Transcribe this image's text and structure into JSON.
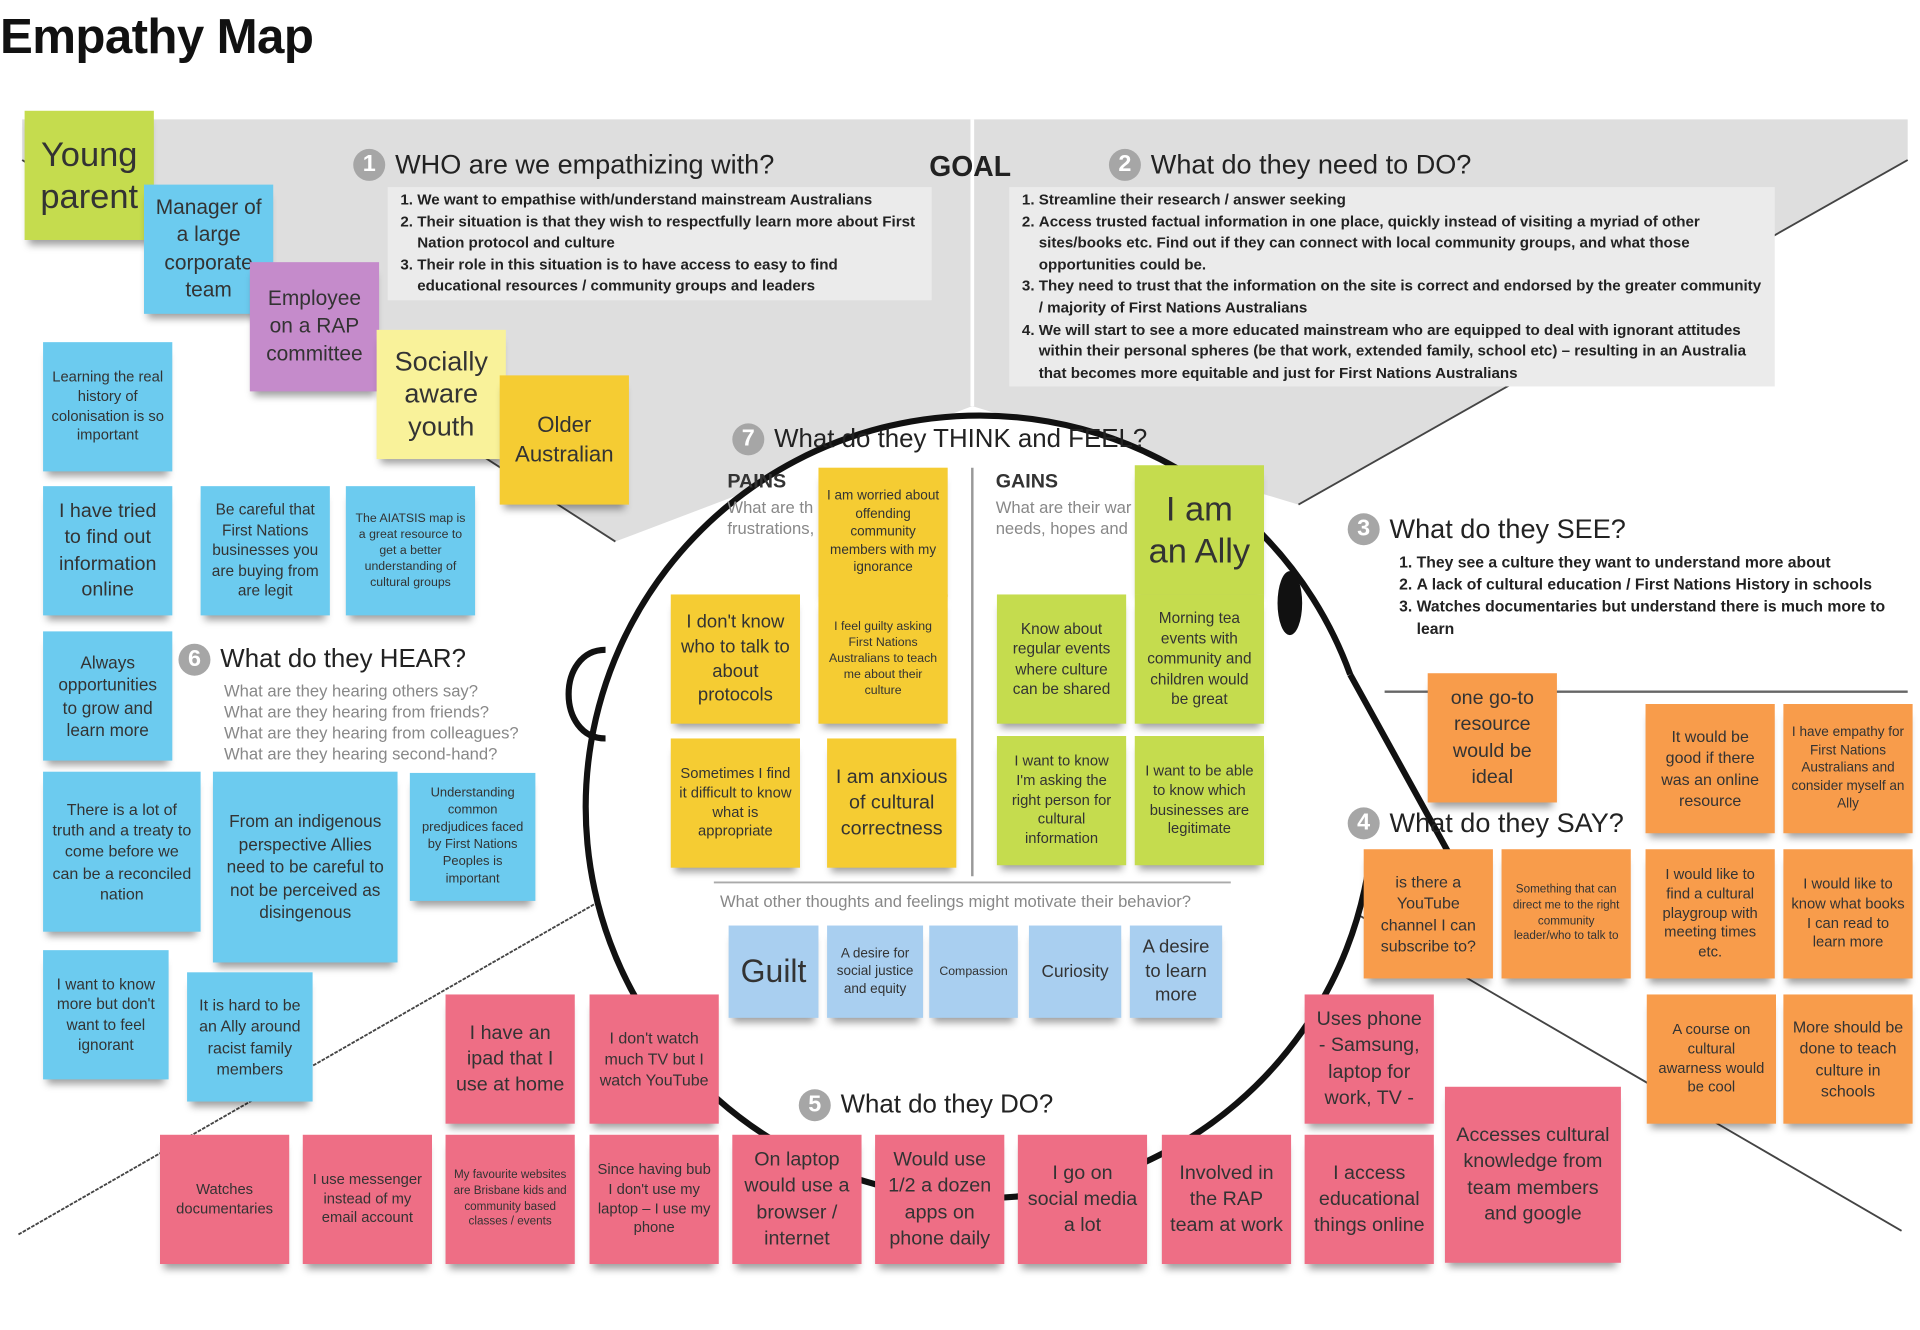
{
  "title": "Empathy Map",
  "colors": {
    "blue_note": "#6ccbef",
    "green_note": "#c5dc4e",
    "purple_note": "#c58bcb",
    "light_yellow_note": "#f9f29a",
    "yellow_note": "#f5cc33",
    "light_blue_note": "#a9cff0",
    "orange_note": "#f89c4b",
    "pink_note": "#ee6e85",
    "board_gray": "#dedede"
  },
  "sections": {
    "who": {
      "number": "1",
      "title": "WHO are we empathizing with?",
      "items": [
        "We want to empathise with/understand mainstream Australians",
        "Their situation is that they wish to respectfully learn more about First Nation protocol and culture",
        "Their role in this situation is to have access to easy to find educational resources / community groups and leaders"
      ]
    },
    "goal": "GOAL",
    "need_to_do": {
      "number": "2",
      "title": "What do they need to DO?",
      "items": [
        "Streamline their research / answer seeking",
        "Access trusted factual information in one place, quickly instead of visiting a myriad of other sites/books etc. Find out if they can connect with local community groups, and what those opportunities could be.",
        "They need to trust that the information on the site is correct and endorsed by the greater community / majority of First Nations Australians",
        "We will start to see a more educated mainstream who are equipped to deal with ignorant attitudes within their personal spheres (be that work, extended family, school etc) – resulting in an Australia that becomes more equitable and just for First Nations Australians"
      ]
    },
    "see": {
      "number": "3",
      "title": "What do they SEE?",
      "items": [
        "They see a culture they want to understand more about",
        "A lack of cultural education / First Nations History in schools",
        "Watches documentaries but understand there is much more to learn"
      ]
    },
    "say": {
      "number": "4",
      "title": "What do they SAY?"
    },
    "do": {
      "number": "5",
      "title": "What do they DO?"
    },
    "hear": {
      "number": "6",
      "title": "What do they HEAR?",
      "prompts": [
        "What are they hearing others say?",
        "What are they hearing from friends?",
        "What are they hearing from colleagues?",
        "What are they hearing second-hand?"
      ]
    },
    "think_feel": {
      "number": "7",
      "title": "What do they THINK and FEEL?",
      "pains_label": "PAINS",
      "pains_sub": [
        "What are th",
        "frustrations,"
      ],
      "gains_label": "GAINS",
      "gains_sub": [
        "What are their war",
        "needs, hopes and"
      ],
      "motivate_prompt": "What other thoughts and feelings might motivate their behavior?"
    }
  },
  "notes": {
    "persona": [
      "Young parent",
      "Manager of a large corporate team",
      "Employee on a RAP committee",
      "Socially aware youth",
      "Older Australian"
    ],
    "hear": [
      "Learning the real history of colonisation is so important",
      "I have tried to find out information online",
      "Be careful that First Nations businesses you are buying from are legit",
      "The AIATSIS map is a great resource to get a better understanding of cultural groups",
      "Always opportunities to grow and learn more",
      "There is a lot of truth and a treaty to come before we can be a reconciled nation",
      "From an indigenous perspective Allies need to be careful to not be perceived as disingenous",
      "Understanding common predjudices faced by First Nations Peoples is important",
      "I want to know more but don't want to feel ignorant",
      "It is hard to be an Ally around racist family members"
    ],
    "pains": [
      "I am worried about offending community members with my ignorance",
      "I don't know who to talk to about protocols",
      "I feel guilty asking First Nations Australians to teach me about their culture",
      "Sometimes I find it difficult to know what is appropriate",
      "I am anxious of cultural correctness"
    ],
    "gains": [
      "I am an Ally",
      "Know about regular events where culture can be shared",
      "Morning tea events with community and children would be great",
      "I want to know I'm asking the right person for cultural information",
      "I want to be able to know which businesses are legitimate"
    ],
    "motivations": [
      "Guilt",
      "A desire for social justice and equity",
      "Compassion",
      "Curiosity",
      "A desire to learn more"
    ],
    "say": [
      "one go-to resource would be ideal",
      "It would be good if there was an online resource",
      "I have empathy for First Nations Australians and consider myself an Ally",
      "is there a YouTube channel I can subscribe to?",
      "Something that can direct me to the right community leader/who to talk to",
      "I would like to find a cultural playgroup with meeting times etc.",
      "I would like to know what books I can read to learn more",
      "A course on cultural awarness would be cool",
      "More should be done to teach culture in schools"
    ],
    "do": [
      "I have an ipad that I use at home",
      "I don't watch much TV but I watch YouTube",
      "Watches documentaries",
      "I use messenger instead of my email account",
      "My favourite websites are Brisbane kids and community based classes / events",
      "Since having bub I don't use my laptop – I use my phone",
      "On laptop would use a browser / internet",
      "Would use 1/2 a dozen apps on phone daily",
      "I go on social media a lot",
      "Involved in the RAP team at work",
      "I access educational things online",
      "Uses phone - Samsung, laptop for work, TV -",
      "Accesses cultural knowledge from team members and google"
    ]
  }
}
